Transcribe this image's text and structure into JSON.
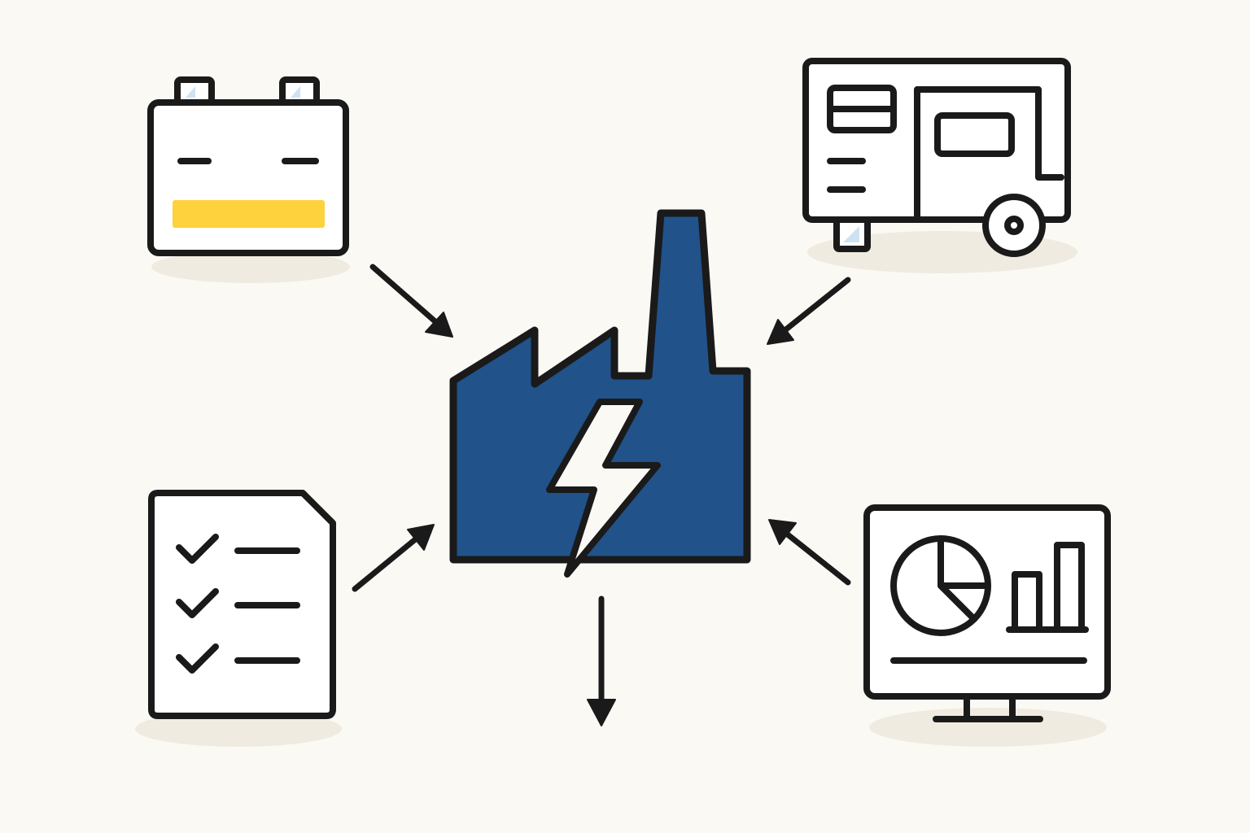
{
  "colors": {
    "background": "#fbf9f4",
    "outline": "#1a1a1a",
    "factory_fill": "#21528a",
    "battery_charge": "#fdd23c",
    "shadow": "#f0ebe0",
    "terminal_highlight": "#cfe2f3",
    "icon_fill": "#ffffff"
  },
  "diagram": {
    "center_node": {
      "icon": "factory-bolt-icon"
    },
    "input_nodes": [
      {
        "icon": "battery-icon",
        "position": "top-left",
        "flow": "into-center"
      },
      {
        "icon": "generator-icon",
        "position": "top-right",
        "flow": "into-center"
      },
      {
        "icon": "checklist-document-icon",
        "position": "bottom-left",
        "flow": "into-center"
      },
      {
        "icon": "analytics-monitor-icon",
        "position": "bottom-right",
        "flow": "into-center"
      }
    ],
    "output": {
      "direction": "down",
      "target": "none"
    }
  }
}
